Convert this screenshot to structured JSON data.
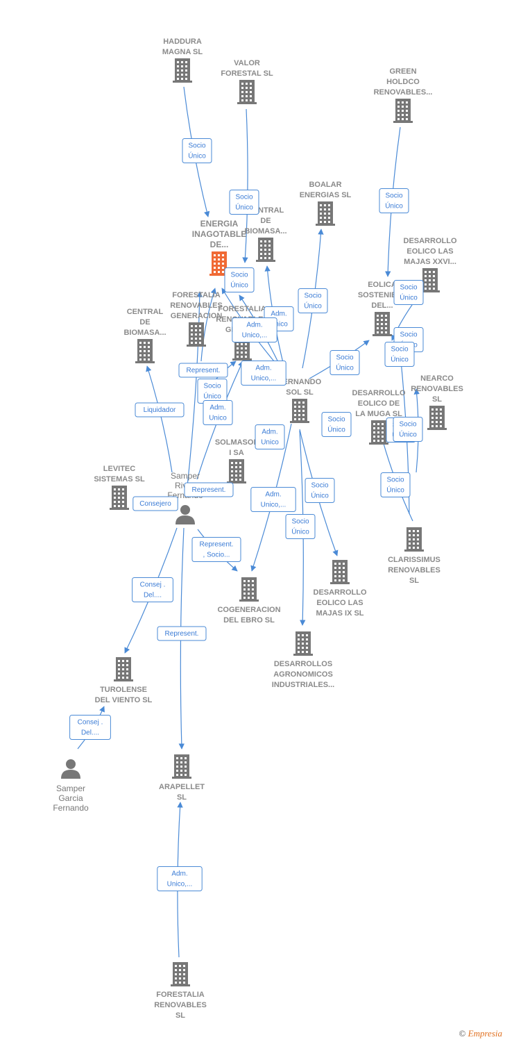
{
  "nodes": [
    {
      "id": "haddura",
      "type": "company",
      "label": [
        "HADDURA",
        "MAGNA  SL"
      ]
    },
    {
      "id": "valor",
      "type": "company",
      "label": [
        "VALOR",
        "FORESTAL SL"
      ]
    },
    {
      "id": "green",
      "type": "company",
      "label": [
        "GREEN",
        "HOLDCO",
        "RENOVABLES..."
      ]
    },
    {
      "id": "boalar",
      "type": "company",
      "label": [
        "BOALAR",
        "ENERGIAS  SL"
      ]
    },
    {
      "id": "energia",
      "type": "company",
      "highlight": true,
      "label": [
        "ENERGIA",
        "INAGOTABLE",
        "DE..."
      ]
    },
    {
      "id": "central1",
      "type": "company",
      "label": [
        "CENTRAL",
        "DE",
        "BIOMASA..."
      ]
    },
    {
      "id": "desarrollo_xxvi",
      "type": "company",
      "label": [
        "DESARROLLO",
        "EOLICO LAS",
        "MAJAS XXVI..."
      ]
    },
    {
      "id": "forestalia_gen",
      "type": "company",
      "label": [
        "FORESTALIA",
        "RENOVABLES",
        "GENERACION"
      ]
    },
    {
      "id": "forestalia_gen2",
      "type": "company",
      "label": [
        "FORESTALIA",
        "RENOVABLES",
        "GENER..."
      ]
    },
    {
      "id": "eolica",
      "type": "company",
      "label": [
        "EOLICA",
        "SOSTENIBLE",
        "DEL..."
      ]
    },
    {
      "id": "central2",
      "type": "company",
      "label": [
        "CENTRAL",
        "DE",
        "BIOMASA..."
      ]
    },
    {
      "id": "fernando",
      "type": "company",
      "label": [
        "FERNANDO",
        "SOL SL"
      ]
    },
    {
      "id": "nearco",
      "type": "company",
      "label": [
        "NEARCO",
        "RENOVABLES",
        "SL"
      ]
    },
    {
      "id": "muga",
      "type": "company",
      "label": [
        "DESARROLLO",
        "EOLICO DE",
        "LA MUGA SL"
      ]
    },
    {
      "id": "solmasol",
      "type": "company",
      "label": [
        "SOLMASOL",
        "I SA"
      ]
    },
    {
      "id": "levitec",
      "type": "company",
      "label": [
        "LEVITEC",
        "SISTEMAS  SL"
      ]
    },
    {
      "id": "samper_rivas",
      "type": "person",
      "label": [
        "Samper",
        "Rivas",
        "Fernando"
      ]
    },
    {
      "id": "clarissimus",
      "type": "company",
      "label": [
        "CLARISSIMUS",
        "RENOVABLES",
        "SL"
      ]
    },
    {
      "id": "majas_ix",
      "type": "company",
      "label": [
        "DESARROLLO",
        "EOLICO LAS",
        "MAJAS IX  SL"
      ]
    },
    {
      "id": "cogeneracion",
      "type": "company",
      "label": [
        "COGENERACION",
        "DEL EBRO  SL"
      ]
    },
    {
      "id": "turolense",
      "type": "company",
      "label": [
        "TUROLENSE",
        "DEL VIENTO SL"
      ]
    },
    {
      "id": "desarrollos_agro",
      "type": "company",
      "label": [
        "DESARROLLOS",
        "AGRONOMICOS",
        "INDUSTRIALES..."
      ]
    },
    {
      "id": "samper_garcia",
      "type": "person",
      "label": [
        "Samper",
        "Garcia",
        "Fernando"
      ]
    },
    {
      "id": "arapellet",
      "type": "company",
      "label": [
        "ARAPELLET",
        "SL"
      ]
    },
    {
      "id": "forestalia_sl",
      "type": "company",
      "label": [
        "FORESTALIA",
        "RENOVABLES",
        "SL"
      ]
    }
  ],
  "relations": [
    {
      "label": [
        "Socio",
        "Único"
      ]
    },
    {
      "label": [
        "Socio",
        "Único"
      ]
    },
    {
      "label": [
        "Socio",
        "Único"
      ]
    },
    {
      "label": [
        "Socio",
        "Único"
      ]
    },
    {
      "label": [
        "Socio",
        "Único"
      ]
    },
    {
      "label": [
        "Adm.",
        "Unico"
      ]
    },
    {
      "label": [
        "Adm.",
        "Unico,..."
      ]
    },
    {
      "label": [
        "Adm.",
        "Unico,..."
      ]
    },
    {
      "label": [
        "Socio",
        "Único"
      ]
    },
    {
      "label": [
        "Socio",
        "Único"
      ]
    },
    {
      "label": [
        "Socio",
        "Único"
      ]
    },
    {
      "label": [
        "Socio",
        "Único"
      ]
    },
    {
      "label": [
        "Represent."
      ]
    },
    {
      "label": [
        "Socio",
        "Único"
      ]
    },
    {
      "label": [
        "Adm.",
        "Unico"
      ]
    },
    {
      "label": [
        "Liquidador"
      ]
    },
    {
      "label": [
        "Adm.",
        "Unico"
      ]
    },
    {
      "label": [
        "Socio",
        "Único"
      ]
    },
    {
      "label": [
        "Socio",
        "Único"
      ]
    },
    {
      "label": [
        "Consejero"
      ]
    },
    {
      "label": [
        "Represent."
      ]
    },
    {
      "label": [
        "Adm.",
        "Unico,..."
      ]
    },
    {
      "label": [
        "Socio",
        "Único"
      ]
    },
    {
      "label": [
        "Socio",
        "Único"
      ]
    },
    {
      "label": [
        "Represent.",
        ", Socio..."
      ]
    },
    {
      "label": [
        "Consej .",
        "Del...."
      ]
    },
    {
      "label": [
        "Represent."
      ]
    },
    {
      "label": [
        "Consej .",
        "Del...."
      ]
    },
    {
      "label": [
        "Adm.",
        "Unico,..."
      ]
    },
    {
      "label": [
        "Socio",
        "Único"
      ]
    },
    {
      "label": [
        "Socio",
        "Único"
      ]
    }
  ],
  "footer": {
    "copyright": "©",
    "brand": "Empresia"
  },
  "colors": {
    "edge": "#4a8ad6",
    "icon": "#777777",
    "highlight": "#f06a35"
  }
}
